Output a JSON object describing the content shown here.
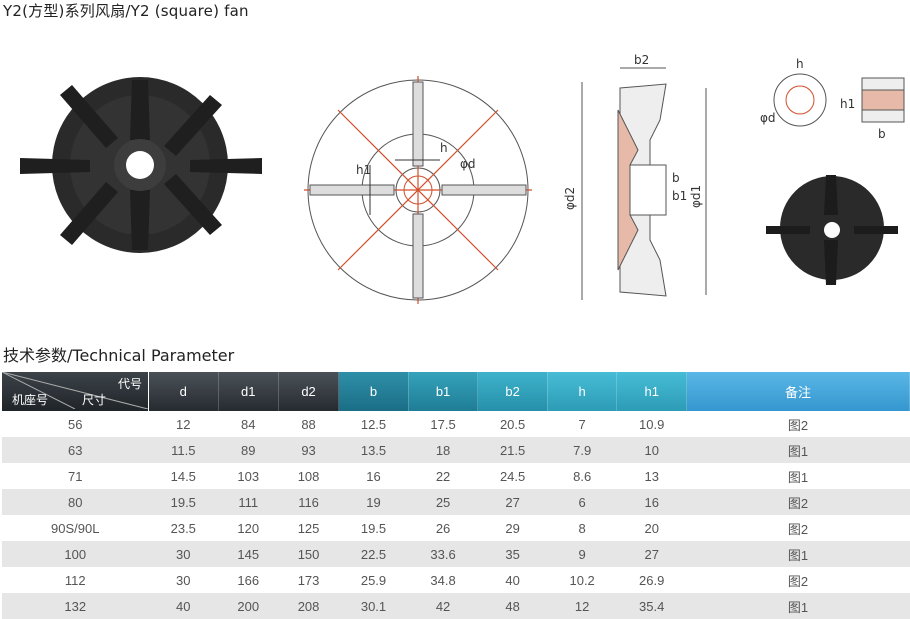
{
  "title": "Y2(方型)系列风扇/Y2 (square) fan",
  "section_title": "技术参数/Technical Parameter",
  "diagram_labels": {
    "h": "h",
    "h1": "h1",
    "d": "φd",
    "b": "b",
    "b1": "b1",
    "b2": "b2",
    "d1": "φd1",
    "d2": "φd2"
  },
  "table": {
    "corner": {
      "top": "代号",
      "bottom_left": "机座号",
      "bottom_right": "尺寸"
    },
    "headers": [
      "d",
      "d1",
      "d2",
      "b",
      "b1",
      "b2",
      "h",
      "h1",
      "备注"
    ],
    "rows": [
      [
        "56",
        "12",
        "84",
        "88",
        "12.5",
        "17.5",
        "20.5",
        "7",
        "10.9",
        "图2"
      ],
      [
        "63",
        "11.5",
        "89",
        "93",
        "13.5",
        "18",
        "21.5",
        "7.9",
        "10",
        "图1"
      ],
      [
        "71",
        "14.5",
        "103",
        "108",
        "16",
        "22",
        "24.5",
        "8.6",
        "13",
        "图1"
      ],
      [
        "80",
        "19.5",
        "111",
        "116",
        "19",
        "25",
        "27",
        "6",
        "16",
        "图2"
      ],
      [
        "90S/90L",
        "23.5",
        "120",
        "125",
        "19.5",
        "26",
        "29",
        "8",
        "20",
        "图2"
      ],
      [
        "100",
        "30",
        "145",
        "150",
        "22.5",
        "33.6",
        "35",
        "9",
        "27",
        "图1"
      ],
      [
        "112",
        "30",
        "166",
        "173",
        "25.9",
        "34.8",
        "40",
        "10.2",
        "26.9",
        "图2"
      ],
      [
        "132",
        "40",
        "200",
        "208",
        "30.1",
        "42",
        "48",
        "12",
        "35.4",
        "图1"
      ]
    ]
  }
}
